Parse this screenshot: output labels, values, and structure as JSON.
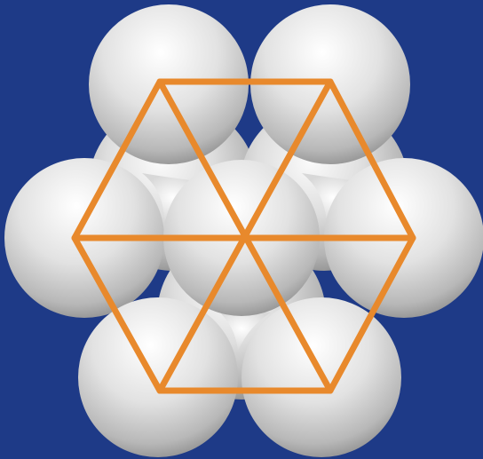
{
  "figure": {
    "description_visible_text": "",
    "colors": {
      "background": "#1e3a87",
      "sphere_light": "#fbfbfb",
      "sphere_mid": "#d2d2d2",
      "sphere_dark": "#8a8a8a",
      "hexagon_stroke": "#e8892c",
      "void_highlight": "#ffffff"
    },
    "elements": {
      "spheres": "close-packed-sphere",
      "hexagon": "hexagonal-unit-outline",
      "triangles": "triangular-lattice-lines"
    }
  }
}
